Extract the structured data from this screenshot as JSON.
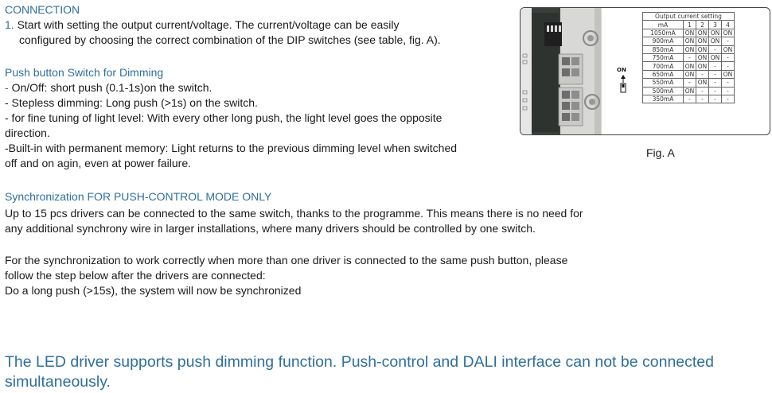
{
  "connection": {
    "heading": "CONNECTION",
    "step_number": "1.",
    "step_line1": "Start with setting the output current/voltage. The current/voltage can be easily",
    "step_line2": "configured by choosing the correct combination of the DIP switches (see table, fig. A)."
  },
  "push_button": {
    "heading": "Push button Switch for Dimming",
    "items": [
      {
        "dash": "-",
        "text": "On/Off: short push (0.1-1s)on the switch."
      },
      {
        "dash": "",
        "text": "- Stepless dimming: Long push (>1s) on the switch."
      },
      {
        "dash": "",
        "text": "- for fine tuning of light level: With every other long push,  the light level goes the opposite"
      },
      {
        "dash": "",
        "text": "direction."
      },
      {
        "dash": "",
        "text": "-Built-in with permanent memory: Light returns to the  previous dimming level when switched"
      },
      {
        "dash": "",
        "text": "off and on agin, even at power failure."
      }
    ]
  },
  "sync": {
    "heading": "Synchronization FOR PUSH-CONTROL MODE ONLY",
    "para1_line1": "Up to 15 pcs drivers can be connected to the same switch, thanks to the programme. This means there is no need for",
    "para1_line2": "any additional synchrony wire in larger installations, where many drivers should be controlled by one switch.",
    "para2_line1": "For the synchronization to work correctly when more than one driver is connected to the same push button, please",
    "para2_line2": "follow the step below after the drivers are connected:",
    "para2_line3": "Do a long push (>15s), the system will now be synchronized"
  },
  "note": {
    "line1": "The LED driver supports push dimming function. Push-control and DALI interface can not be connected",
    "line2": "simultaneously."
  },
  "figure": {
    "caption": "Fig. A",
    "switch_label": "ON",
    "table": {
      "title": "Output current setting",
      "headers": [
        "mA",
        "1",
        "2",
        "3",
        "4"
      ],
      "rows": [
        [
          "1050mA",
          "ON",
          "ON",
          "ON",
          "ON"
        ],
        [
          "900mA",
          "ON",
          "ON",
          "ON",
          "-"
        ],
        [
          "850mA",
          "ON",
          "ON",
          "-",
          "ON"
        ],
        [
          "750mA",
          "-",
          "ON",
          "ON",
          "-"
        ],
        [
          "700mA",
          "ON",
          "ON",
          "-",
          "-"
        ],
        [
          "650mA",
          "ON",
          "-",
          "-",
          "ON"
        ],
        [
          "550mA",
          "-",
          "ON",
          "-",
          "-"
        ],
        [
          "500mA",
          "ON",
          "-",
          "-",
          "-"
        ],
        [
          "350mA",
          "-",
          "-",
          "-",
          "-"
        ]
      ]
    }
  }
}
